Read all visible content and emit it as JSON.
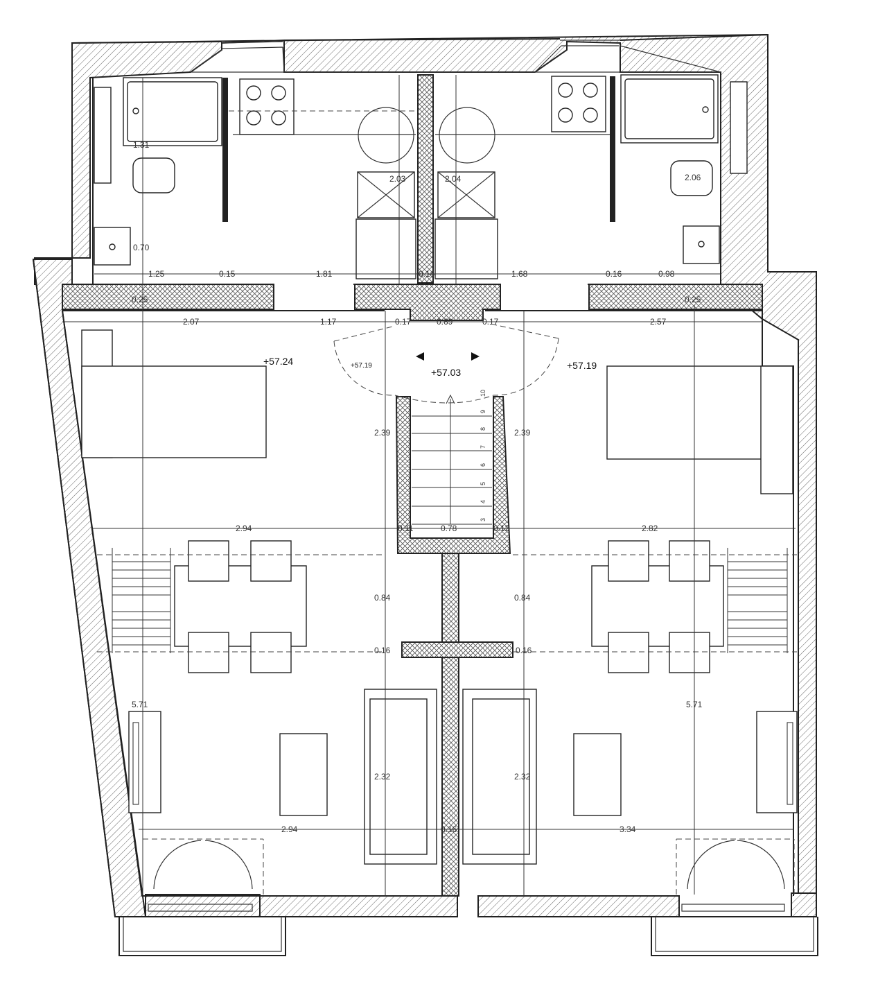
{
  "levels": {
    "left_room": "+57.24",
    "right_room": "+57.19",
    "landing": "+57.03",
    "left_door_swing": "+57.19"
  },
  "dimensions": {
    "top_row": [
      "1.25",
      "0.15",
      "1.81",
      "0.14",
      "1.68",
      "0.16",
      "0.98"
    ],
    "partition": [
      "0.25",
      "0.25"
    ],
    "landing_row": [
      "2.07",
      "1.17",
      "0.17",
      "0.69",
      "0.17",
      "2.57"
    ],
    "bath_height": "1.31",
    "basin_depth": "0.70",
    "shower_left": "2.03",
    "shower_right": "2.04",
    "wc_right": "2.06",
    "room_depth_left": "2.39",
    "room_depth_right": "2.39",
    "middle_row": [
      "2.94",
      "0.11",
      "0.78",
      "0.12",
      "2.82"
    ],
    "hall_depth_left": "0.84",
    "hall_depth_right": "0.84",
    "slab_left": "0.16",
    "slab_right": "0.16",
    "total_depth_left": "5.71",
    "total_depth_right": "5.71",
    "living_depth_left": "2.32",
    "living_depth_right": "2.32",
    "bottom_row": [
      "2.94",
      "0.16",
      "3.34"
    ]
  },
  "stair_steps": [
    "3",
    "4",
    "5",
    "6",
    "7",
    "8",
    "9",
    "10"
  ]
}
